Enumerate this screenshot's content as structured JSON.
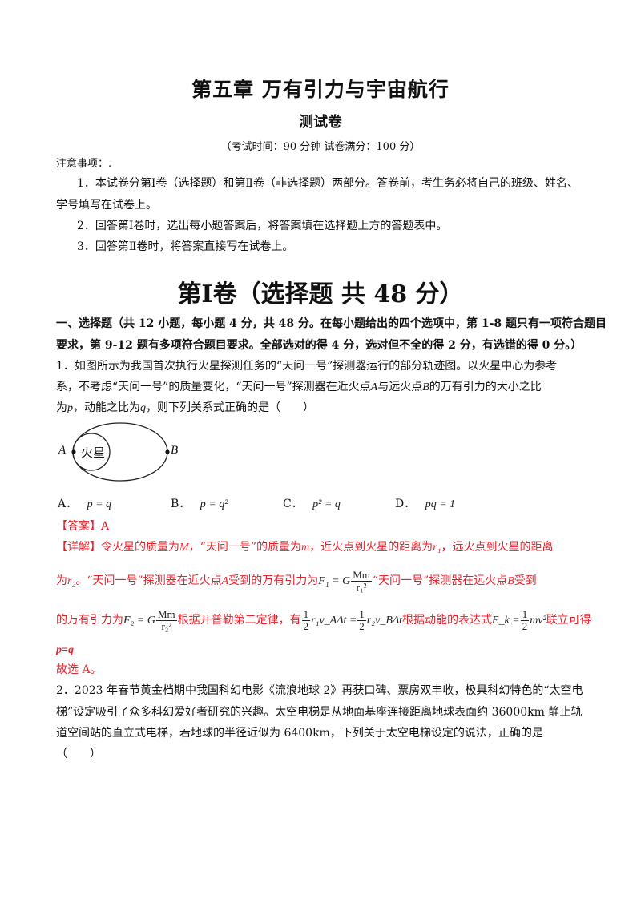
{
  "header": {
    "title": "第五章  万有引力与宇宙航行",
    "subtitle": "测试卷",
    "exam_info": "（考试时间：90 分钟    试卷满分：100 分）"
  },
  "notice": {
    "heading": "注意事项：.",
    "items": [
      "1．本试卷分第Ⅰ卷（选择题）和第Ⅱ卷（非选择题）两部分。答卷前，考生务必将自己的班级、姓名、",
      "学号填写在试卷上。",
      "2．回答第Ⅰ卷时，选出每小题答案后，将答案填在选择题上方的答题表中。",
      "3．回答第Ⅱ卷时，将答案直接写在试卷上。"
    ]
  },
  "section": {
    "heading": "第Ⅰ卷（选择题  共 48 分）",
    "instructions_line1": "一、选择题（共 12 小题，每小题 4 分，共 48 分。在每小题给出的四个选项中，第 1-8 题只有一项符合题目",
    "instructions_line2": "要求，第 9-12 题有多项符合题目要求。全部选对的得 4 分，选对但不全的得 2 分，有选错的得 0 分。）"
  },
  "q1": {
    "line1": "1．如图所示为我国首次执行火星探测任务的“天问一号”探测器运行的部分轨迹图。以火星中心为参考",
    "line2a": "系，不考虑“天问一号”的质量变化，“天问一号”探测器在近火点",
    "line2_A": "A",
    "line2b": "与远火点",
    "line2_B": "B",
    "line2c": "的万有引力的大小之比",
    "line3a": "为",
    "line3_p": "p",
    "line3b": "，动能之比为",
    "line3_q": "q",
    "line3c": "，则下列关系式正确的是（　　）",
    "diagram": {
      "label_A": "A",
      "label_B": "B",
      "planet_label": "火星"
    },
    "options": [
      {
        "label": "A．",
        "expr": "p = q"
      },
      {
        "label": "B．",
        "expr": "p = q²"
      },
      {
        "label": "C．",
        "expr": "p² = q"
      },
      {
        "label": "D．",
        "expr": "pq = 1"
      }
    ],
    "answer": "【答案】A",
    "explanation": {
      "prefix": "【详解】",
      "l1a": "令火星的质量为",
      "M": "M",
      "l1b": "，“天问一号”的质量为",
      "m": "m",
      "l1c": "，近火点到火星的距离为",
      "r1": "r₁",
      "l1d": "，远火点到火星的距离",
      "l2a": "为",
      "r2": "r₂",
      "l2b": "。“天问一号”探测器在近火点",
      "A": "A",
      "l2c": "受到的万有引力为",
      "l2d": "“天问一号”探测器在远火点",
      "B": "B",
      "l2e": "受到",
      "l3a": "的万有引力为",
      "l3b": "根据开普勒第二定律，有",
      "l3c": "根据动能的表达式",
      "l3d": "联立可得",
      "result": "p=q",
      "conclusion": "故选 A。"
    },
    "formulas": {
      "F1": {
        "lhs": "F₁ = G",
        "num": "Mm",
        "den": "r₁²"
      },
      "F2": {
        "lhs": "F₂ = G",
        "num": "Mm",
        "den": "r₂²"
      },
      "kepler": {
        "half": "1",
        "two": "2",
        "left": "r₁v_AΔt =",
        "right": "r₂v_BΔt"
      },
      "ek": {
        "lhs": "E_k =",
        "half": "1",
        "two": "2",
        "rhs": "mv²"
      }
    }
  },
  "q2": {
    "line1": "2．2023 年春节黄金档期中我国科幻电影《流浪地球 2》再获口碑、票房双丰收，极具科幻特色的“太空电",
    "line2": "梯”设定吸引了众多科幻爱好者研究的兴趣。太空电梯是从地面基座连接距离地球表面约 36000km 静止轨",
    "line3": "道空间站的直立式电梯，若地球的半径近似为 6400km，下列关于太空电梯设定的说法，正确的是",
    "line4": "（　　）"
  }
}
